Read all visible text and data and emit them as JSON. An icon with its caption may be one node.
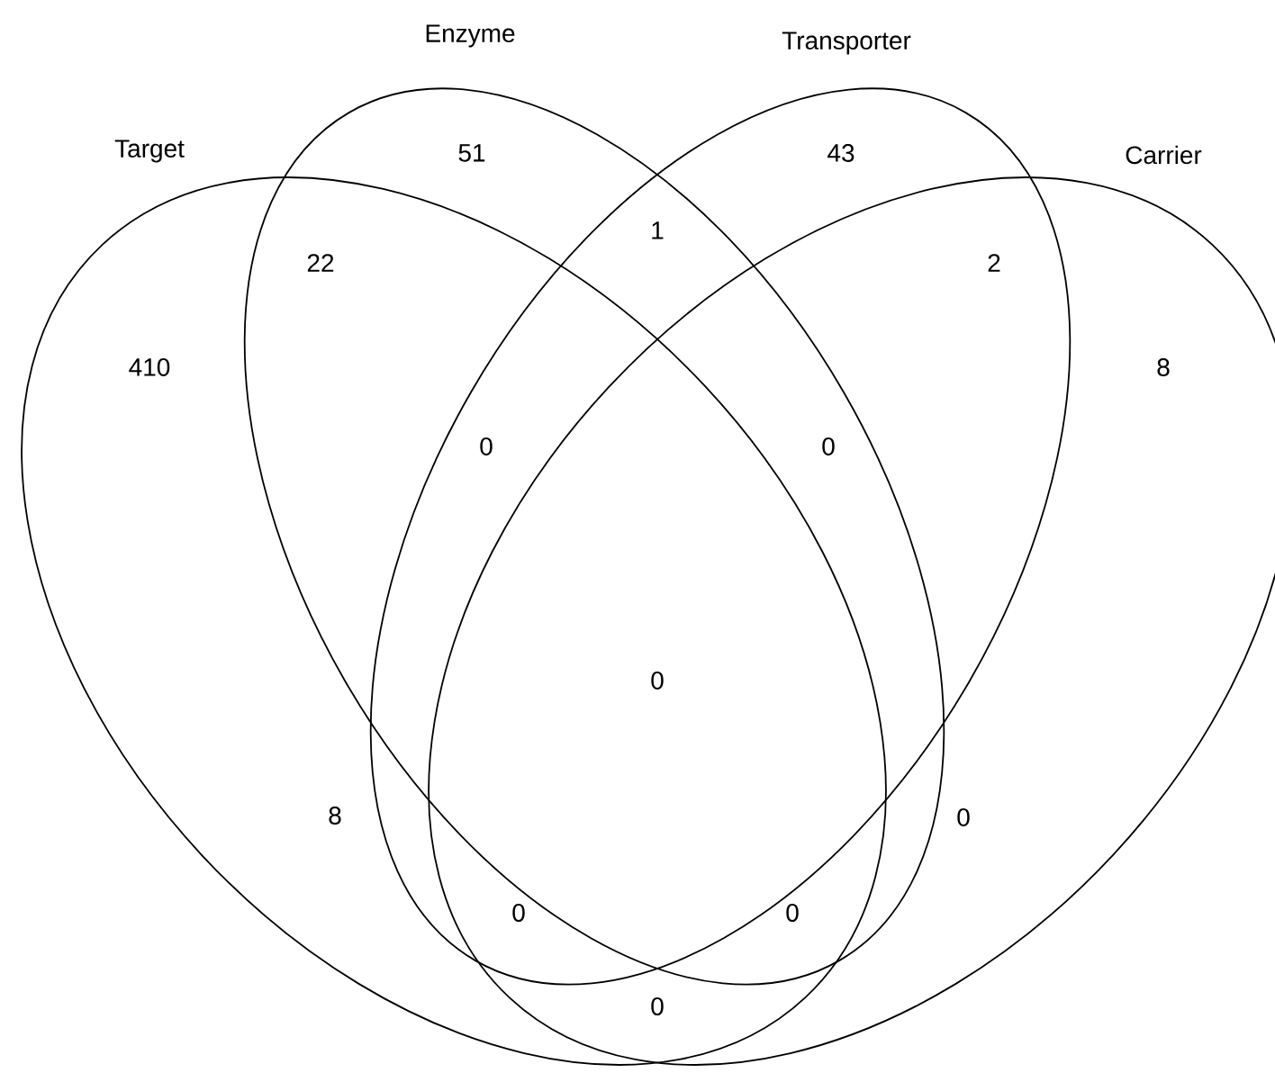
{
  "diagram": {
    "nodes": [
      {
        "text": [
          "Target"
        ]
      },
      {
        "text": [
          "Enzyme"
        ]
      },
      {
        "text": [
          "Transporter"
        ]
      },
      {
        "text": [
          "Carrier"
        ]
      }
    ],
    "labels": [
      "51",
      "43",
      "1",
      "22",
      "2",
      "410",
      "8",
      "0",
      "0",
      "0",
      "8",
      "0",
      "0",
      "0",
      "0"
    ]
  }
}
